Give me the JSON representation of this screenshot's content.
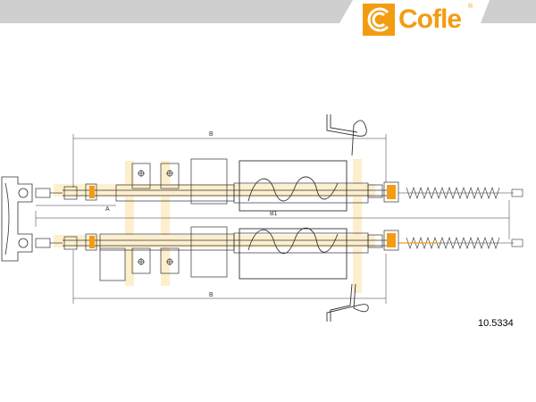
{
  "brand": {
    "name": "Cofle",
    "registered": "®",
    "color": "#f39c12",
    "logo_icon": "cofle-c-logo-icon"
  },
  "part_number": "10.5334",
  "dimensions": {
    "top_b": "B",
    "middle_b1": "B1",
    "left_a": "A",
    "bottom_b": "B"
  },
  "colors": {
    "line": "#333333",
    "accent": "#f39c12",
    "banner": "#cfcfcf",
    "highlight": "#fde9b8"
  }
}
